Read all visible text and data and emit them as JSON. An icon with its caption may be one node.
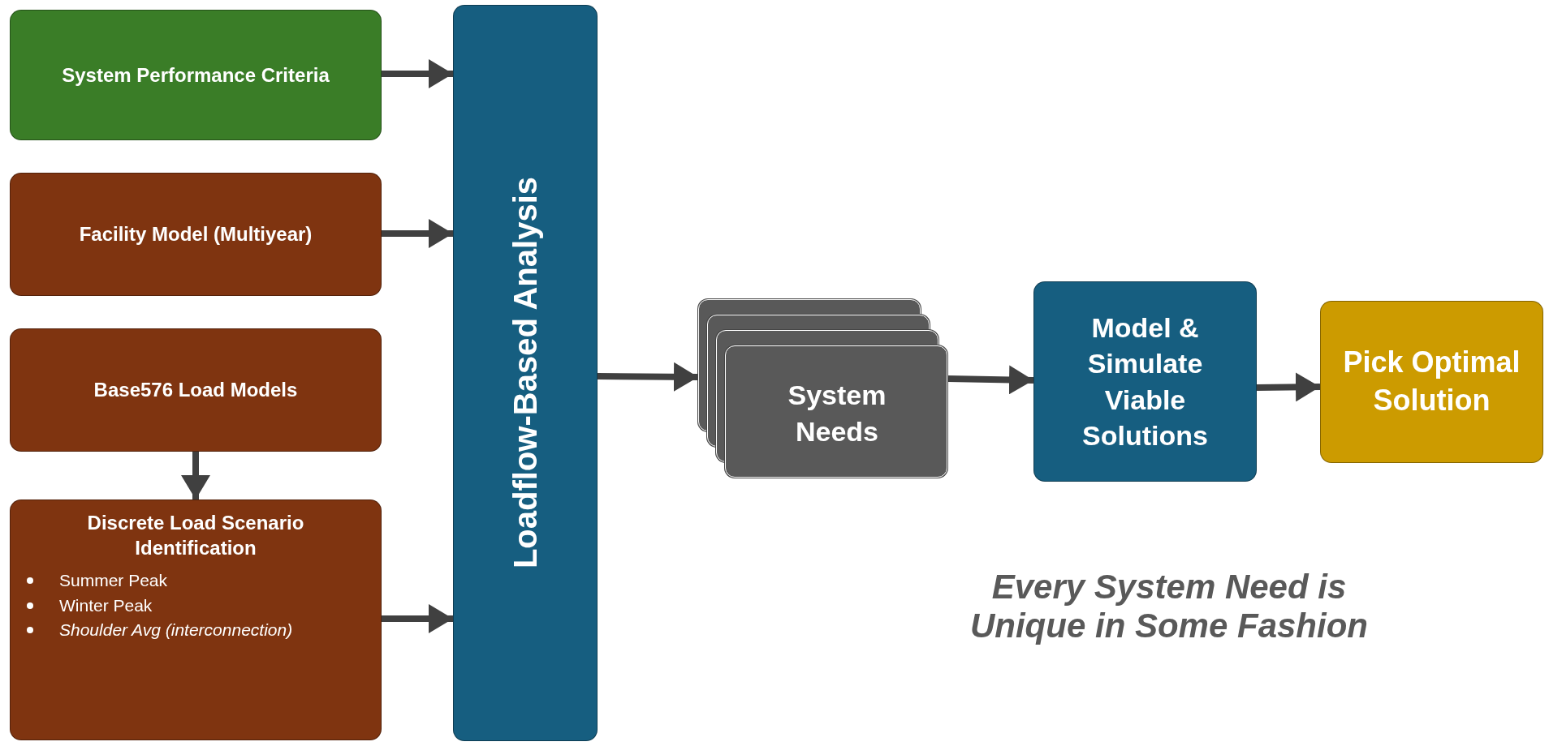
{
  "diagram": {
    "nodes": [
      {
        "text": [
          "System Performance Criteria"
        ]
      },
      {
        "text": [
          "Facility Model (Multiyear)"
        ]
      },
      {
        "text": [
          "Base576 Load Models"
        ]
      },
      {
        "text": [
          "Discrete Load Scenario Identification",
          "Summer Peak",
          "Winter Peak",
          "Shoulder Avg (interconnection)"
        ]
      },
      {
        "text": [
          "Loadflow-Based Analysis"
        ]
      },
      {
        "text": [
          "System Needs"
        ]
      },
      {
        "text": [
          "Model & Simulate Viable Solutions"
        ]
      },
      {
        "text": [
          "Pick Optimal Solution"
        ]
      }
    ],
    "edges": [
      {
        "from": 0,
        "to": 4,
        "arrow": "to"
      },
      {
        "from": 1,
        "to": 4,
        "arrow": "to"
      },
      {
        "from": 2,
        "to": 3,
        "arrow": "to"
      },
      {
        "from": 3,
        "to": 4,
        "arrow": "to"
      },
      {
        "from": 4,
        "to": 5,
        "arrow": "to"
      },
      {
        "from": 5,
        "to": 6,
        "arrow": "to"
      },
      {
        "from": 6,
        "to": 7,
        "arrow": "to"
      }
    ],
    "labels": [
      "Every System Need is Unique in Some Fashion"
    ]
  }
}
